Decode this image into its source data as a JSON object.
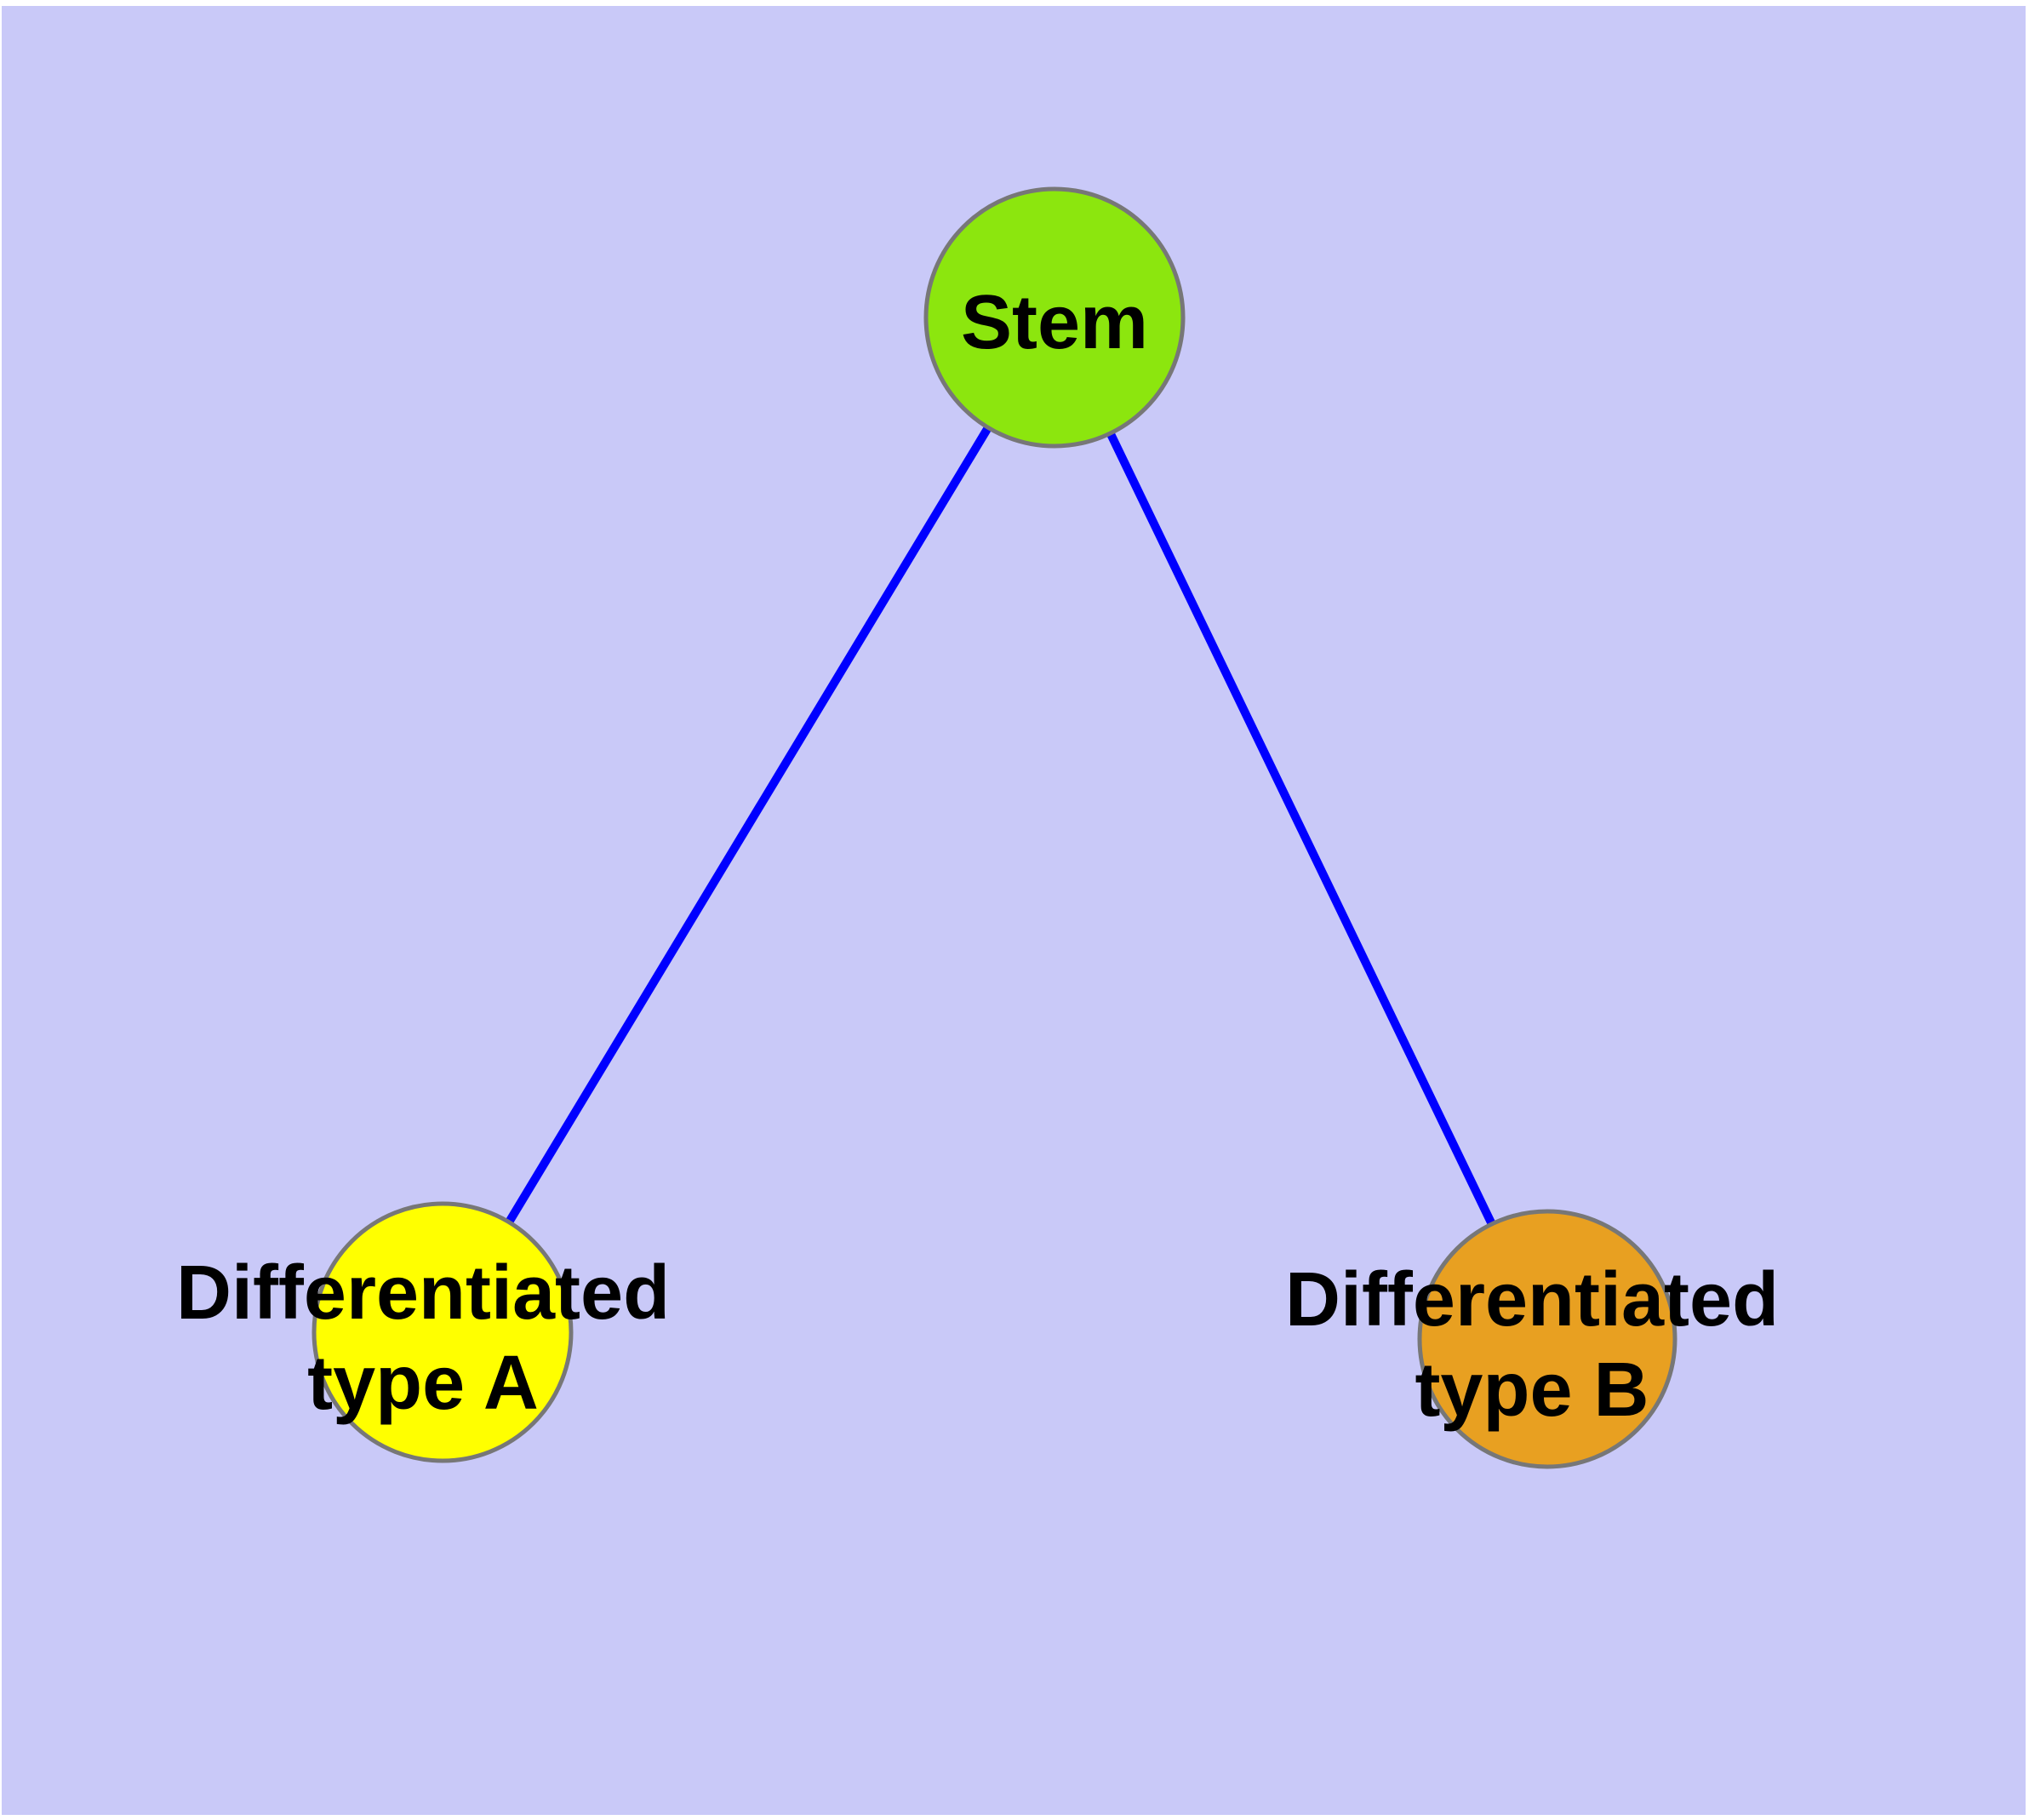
{
  "figure": {
    "background_color": "#C9C9F8",
    "margin_color": "#FFFFFF",
    "label_color": "#000000"
  },
  "graph": {
    "nodes": [
      {
        "id": "stem",
        "label": "Stem",
        "fill": "#8CE60E",
        "border": "#777777"
      },
      {
        "id": "differentiated-type-a",
        "label_line1": "Differentiated",
        "label_line2": "type A",
        "fill": "#FFFF00",
        "border": "#777777"
      },
      {
        "id": "differentiated-type-b",
        "label_line1": "Differentiated",
        "label_line2": "type B",
        "fill": "#E8A021",
        "border": "#777777"
      }
    ],
    "edges": [
      {
        "from": "stem",
        "to": "differentiated-type-a",
        "color": "#0000FF"
      },
      {
        "from": "stem",
        "to": "differentiated-type-b",
        "color": "#0000FF"
      }
    ]
  }
}
